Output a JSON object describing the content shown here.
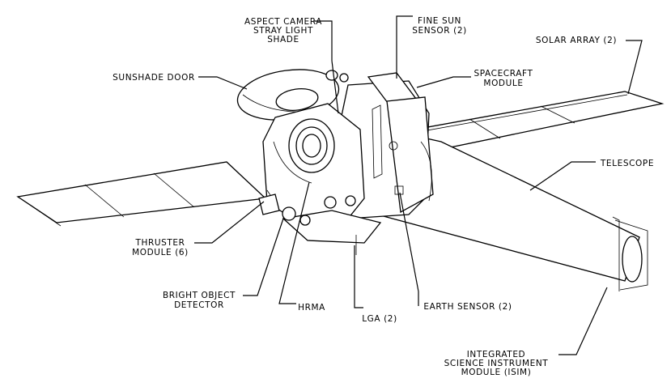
{
  "diagram": {
    "labels": {
      "aspect_camera": [
        "ASPECT CAMERA",
        "STRAY LIGHT",
        "SHADE"
      ],
      "fine_sun_sensor": [
        "FINE SUN",
        "SENSOR (2)"
      ],
      "solar_array": [
        "SOLAR ARRAY (2)"
      ],
      "sunshade_door": [
        "SUNSHADE DOOR"
      ],
      "spacecraft_module": [
        "SPACECRAFT",
        "MODULE"
      ],
      "telescope": [
        "TELESCOPE"
      ],
      "thruster_module": [
        "THRUSTER",
        "MODULE (6)"
      ],
      "bright_object_detector": [
        "BRIGHT OBJECT",
        "DETECTOR"
      ],
      "hrma": [
        "HRMA"
      ],
      "lga": [
        "LGA (2)"
      ],
      "earth_sensor": [
        "EARTH SENSOR (2)"
      ],
      "isim": [
        "INTEGRATED",
        "SCIENCE INSTRUMENT",
        "MODULE (ISIM)"
      ]
    }
  }
}
